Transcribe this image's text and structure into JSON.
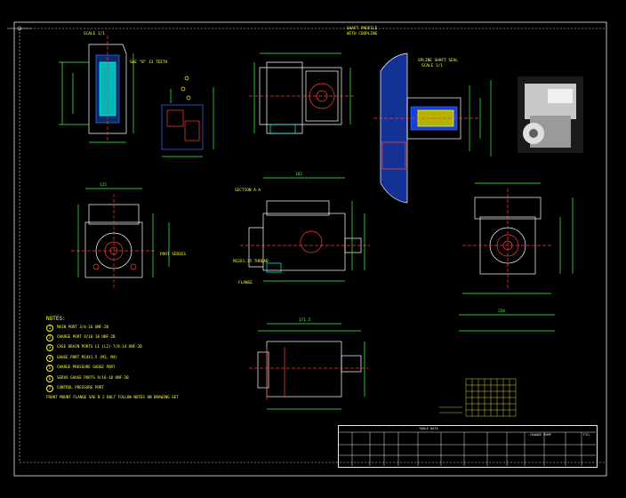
{
  "drawing": {
    "background": "#000000",
    "colors": {
      "outline": "#ffffff",
      "dimension": "#3cff3c",
      "centerline": "#ff3c3c",
      "hidden": "#00ffff",
      "text": "#ffff3c",
      "frame": "#e8e8e8",
      "blue": "#3c6cff"
    },
    "labels": {
      "scale_small": "SCALE 1/1",
      "sae_label": "SAE \"B\" 13 TEETH",
      "shaft_title_1": "SHAFT PROFILE",
      "shaft_title_2": "WITH COUPLING",
      "spline_title": "SPLINE SHAFT SEAL",
      "scale_small_2": "SCALE 1/1",
      "port_label": "PORT SERIES",
      "flange_label": "FLANGE",
      "port_size": "M12X1.75 THREAD",
      "section_label": "SECTION A-A",
      "dim_a": "125",
      "dim_b": "182",
      "dim_c": "250",
      "dim_d": "171.5"
    },
    "notes": {
      "heading": "NOTES:",
      "items": [
        {
          "id": "1",
          "text": "MAIN PORT   3/4-16 UNF-2B"
        },
        {
          "id": "2",
          "text": "CHARGE PORT   9/16-18 UNF-2B"
        },
        {
          "id": "3",
          "text": "CASE DRAIN PORTS L1 (L2) 7/8-14 UNF-2B"
        },
        {
          "id": "4",
          "text": "GAUGE PORT M14X1.5 (M3, M4)"
        },
        {
          "id": "5",
          "text": "CHARGE PRESSURE GAUGE PORT"
        },
        {
          "id": "6",
          "text": "SERVO GAUGE PORTS  9/16-18 UNF-2B"
        },
        {
          "id": "7",
          "text": "CONTROL PRESSURE PORT"
        }
      ],
      "footer": "FRONT MOUNT FLANGE SAE B  2 BOLT  FOLLOW NOTES ON DRAWING SET"
    },
    "title_block": {
      "title": "TABLE DATA",
      "col_a": "CHANGE PUMP",
      "col_b": "FIG."
    }
  }
}
